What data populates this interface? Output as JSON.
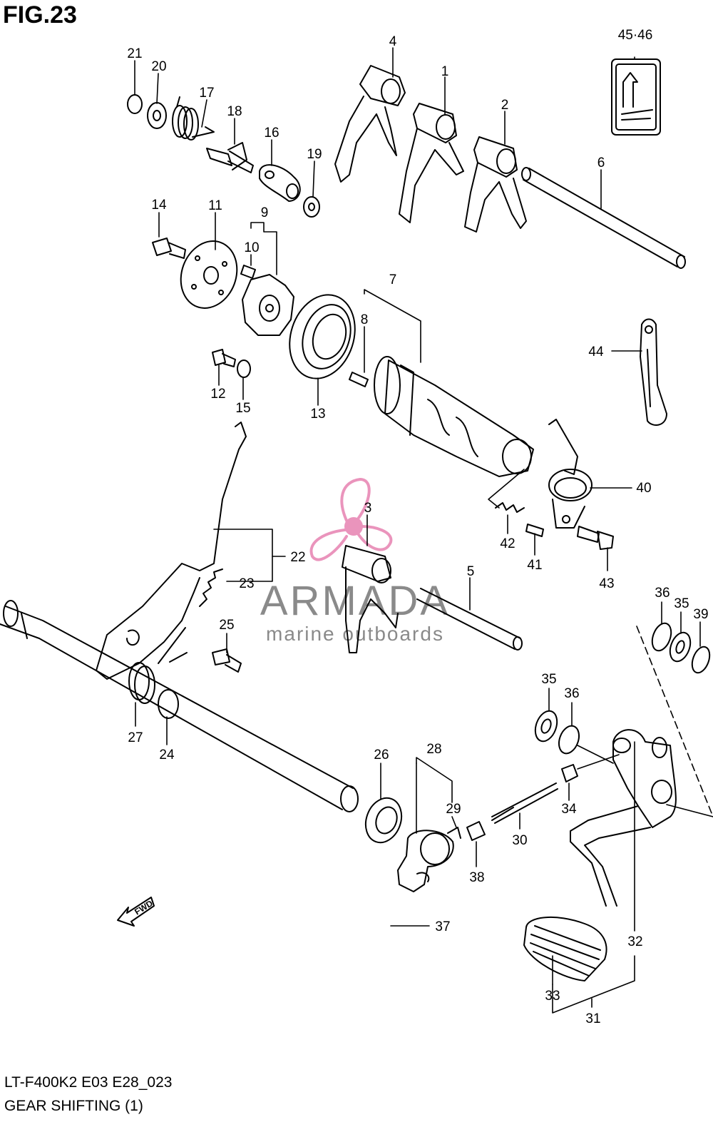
{
  "figure": {
    "title": "FIG.23",
    "code": "LT-F400K2 E03 E28_023",
    "name": "GEAR SHIFTING (1)"
  },
  "watermark": {
    "brand": "ARMADA",
    "tagline": "marine outboards",
    "accent": "#e889b5",
    "text_color": "#8a8a8a"
  },
  "arrow_badge": "FWD",
  "callouts": {
    "c1": "1",
    "c2": "2",
    "c3": "3",
    "c4": "4",
    "c5": "5",
    "c6": "6",
    "c7": "7",
    "c8": "8",
    "c9": "9",
    "c10": "10",
    "c11": "11",
    "c12": "12",
    "c13": "13",
    "c14": "14",
    "c15": "15",
    "c16": "16",
    "c17": "17",
    "c18": "18",
    "c19": "19",
    "c20": "20",
    "c21": "21",
    "c22": "22",
    "c23": "23",
    "c24": "24",
    "c25": "25",
    "c26": "26",
    "c27": "27",
    "c28": "28",
    "c29": "29",
    "c30": "30",
    "c31": "31",
    "c32": "32",
    "c33": "33",
    "c34": "34",
    "c35a": "35",
    "c35b": "35",
    "c36a": "36",
    "c36b": "36",
    "c37": "37",
    "c38": "38",
    "c39": "39",
    "c40": "40",
    "c41": "41",
    "c42": "42",
    "c43": "43",
    "c44": "44",
    "c4546": "45·46"
  }
}
